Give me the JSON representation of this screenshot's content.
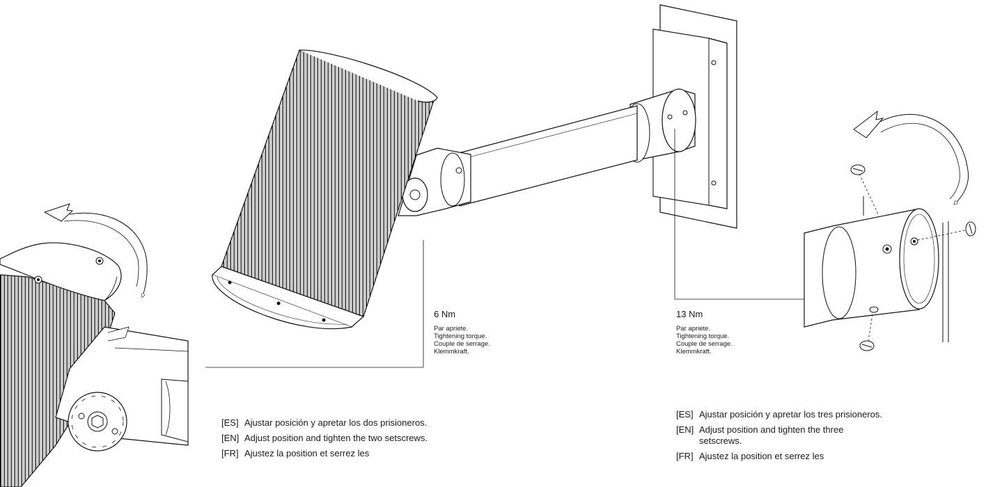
{
  "torque_labels": [
    {
      "value": "6 Nm",
      "lines": [
        "Par apriete.",
        "Tightening torque.",
        "Couple de serrage.",
        "Klemmkraft."
      ]
    },
    {
      "value": "13 Nm",
      "lines": [
        "Par apriete.",
        "Tightening torque.",
        "Couple de serrage.",
        "Klemmkraft."
      ]
    }
  ],
  "instructions_left": [
    {
      "code": "[ES]",
      "text": "Ajustar posición y apretar los dos prisioneros."
    },
    {
      "code": "[EN]",
      "text": "Adjust position and tighten the two setscrews."
    },
    {
      "code": "[FR]",
      "text": "Ajustez la position et serrez les"
    }
  ],
  "instructions_right": [
    {
      "code": "[ES]",
      "text": "Ajustar posición y apretar los tres prisioneros."
    },
    {
      "code": "[EN]",
      "text": "Adjust position and tighten the three setscrews."
    },
    {
      "code": "[FR]",
      "text": "Ajustez la position et serrez les"
    }
  ]
}
